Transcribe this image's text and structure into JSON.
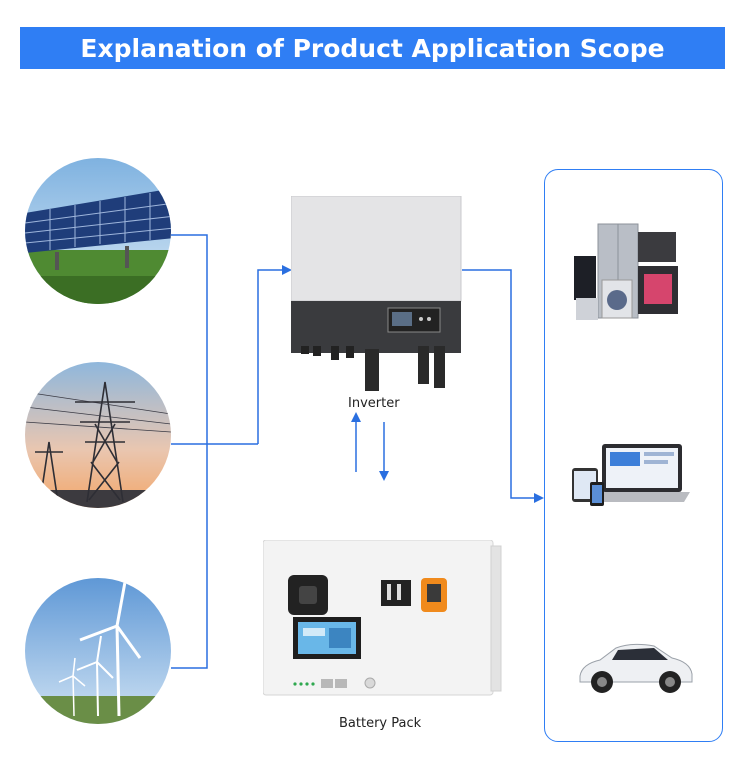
{
  "header": {
    "title": "Explanation of Product Application Scope"
  },
  "labels": {
    "inverter": "Inverter",
    "battery": "Battery Pack"
  },
  "colors": {
    "accent": "#2f7ef4",
    "arrow": "#2a6fe0"
  },
  "sources": [
    "solar-panel-icon",
    "power-tower-icon",
    "wind-turbine-icon"
  ],
  "loads": [
    "home-appliances-icon",
    "computer-devices-icon",
    "electric-car-icon"
  ]
}
